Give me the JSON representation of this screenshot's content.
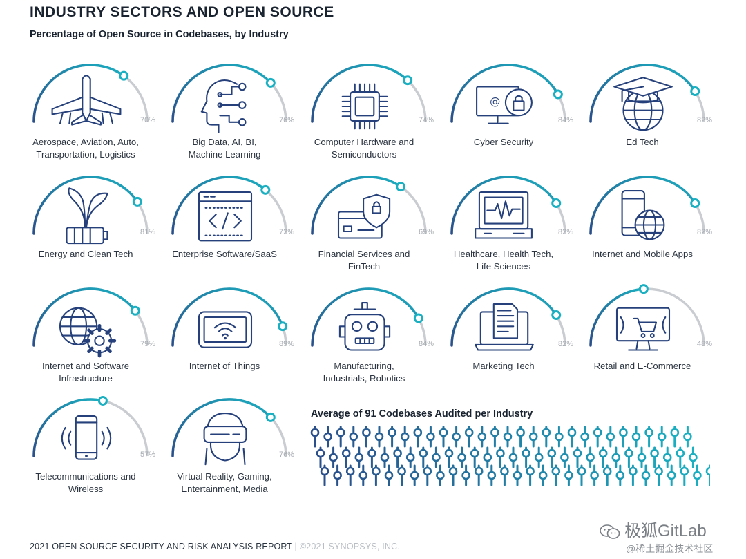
{
  "title": "INDUSTRY SECTORS AND OPEN SOURCE",
  "subtitle": "Percentage of Open Source in Codebases, by Industry",
  "average_title": "Average of 91 Codebases Audited per Industry",
  "footer": {
    "main": "2021 OPEN SOURCE SECURITY AND RISK ANALYSIS REPORT | ",
    "copyright": "©2021 SYNOPSYS, INC."
  },
  "watermark": {
    "primary": "极狐GitLab",
    "secondary": "@稀土掘金技术社区"
  },
  "colors": {
    "arc_start": "#2a4f8a",
    "arc_end": "#1ab0c2",
    "arc_track": "#c9ccd0",
    "icon": "#25407a",
    "label": "#2b3440",
    "percent": "#a7acb2"
  },
  "chart_data": {
    "type": "gauge",
    "title": "Percentage of Open Source in Codebases, by Industry",
    "unit": "%",
    "range": [
      0,
      100
    ],
    "items": [
      {
        "lines": [
          "Aerospace, Aviation, Auto,",
          "Transportation, Logistics"
        ],
        "value": 70,
        "label": "70%",
        "icon": "airplane-icon"
      },
      {
        "lines": [
          "Big Data, AI, BI,",
          "Machine Learning"
        ],
        "value": 76,
        "label": "76%",
        "icon": "ai-head-icon"
      },
      {
        "lines": [
          "Computer Hardware and",
          "Semiconductors"
        ],
        "value": 74,
        "label": "74%",
        "icon": "chip-icon"
      },
      {
        "lines": [
          "Cyber Security"
        ],
        "value": 84,
        "label": "84%",
        "icon": "monitor-lock-icon"
      },
      {
        "lines": [
          "Ed Tech"
        ],
        "value": 82,
        "label": "82%",
        "icon": "grad-cap-globe-icon"
      },
      {
        "lines": [
          "Energy and Clean Tech"
        ],
        "value": 81,
        "label": "81%",
        "icon": "plant-battery-icon"
      },
      {
        "lines": [
          "Enterprise Software/SaaS"
        ],
        "value": 72,
        "label": "72%",
        "icon": "code-window-icon"
      },
      {
        "lines": [
          "Financial Services and",
          "FinTech"
        ],
        "value": 69,
        "label": "69%",
        "icon": "card-shield-icon"
      },
      {
        "lines": [
          "Healthcare, Health Tech,",
          "Life Sciences"
        ],
        "value": 82,
        "label": "82%",
        "icon": "ecg-monitor-icon"
      },
      {
        "lines": [
          "Internet and Mobile Apps"
        ],
        "value": 82,
        "label": "82%",
        "icon": "phone-globe-icon"
      },
      {
        "lines": [
          "Internet and Software",
          "Infrastructure"
        ],
        "value": 79,
        "label": "79%",
        "icon": "globe-gear-icon"
      },
      {
        "lines": [
          "Internet of Things"
        ],
        "value": 89,
        "label": "89%",
        "icon": "tablet-wifi-icon"
      },
      {
        "lines": [
          "Manufacturing,",
          "Industrials, Robotics"
        ],
        "value": 84,
        "label": "84%",
        "icon": "robot-icon"
      },
      {
        "lines": [
          "Marketing Tech"
        ],
        "value": 82,
        "label": "82%",
        "icon": "laptop-document-icon"
      },
      {
        "lines": [
          "Retail and E-Commerce"
        ],
        "value": 48,
        "label": "48%",
        "icon": "monitor-cart-icon"
      },
      {
        "lines": [
          "Telecommunications and",
          "Wireless"
        ],
        "value": 57,
        "label": "57%",
        "icon": "phone-signal-icon"
      },
      {
        "lines": [
          "Virtual Reality, Gaming,",
          "Entertainment, Media"
        ],
        "value": 76,
        "label": "76%",
        "icon": "vr-headset-icon"
      }
    ],
    "average_codebases": 91
  }
}
